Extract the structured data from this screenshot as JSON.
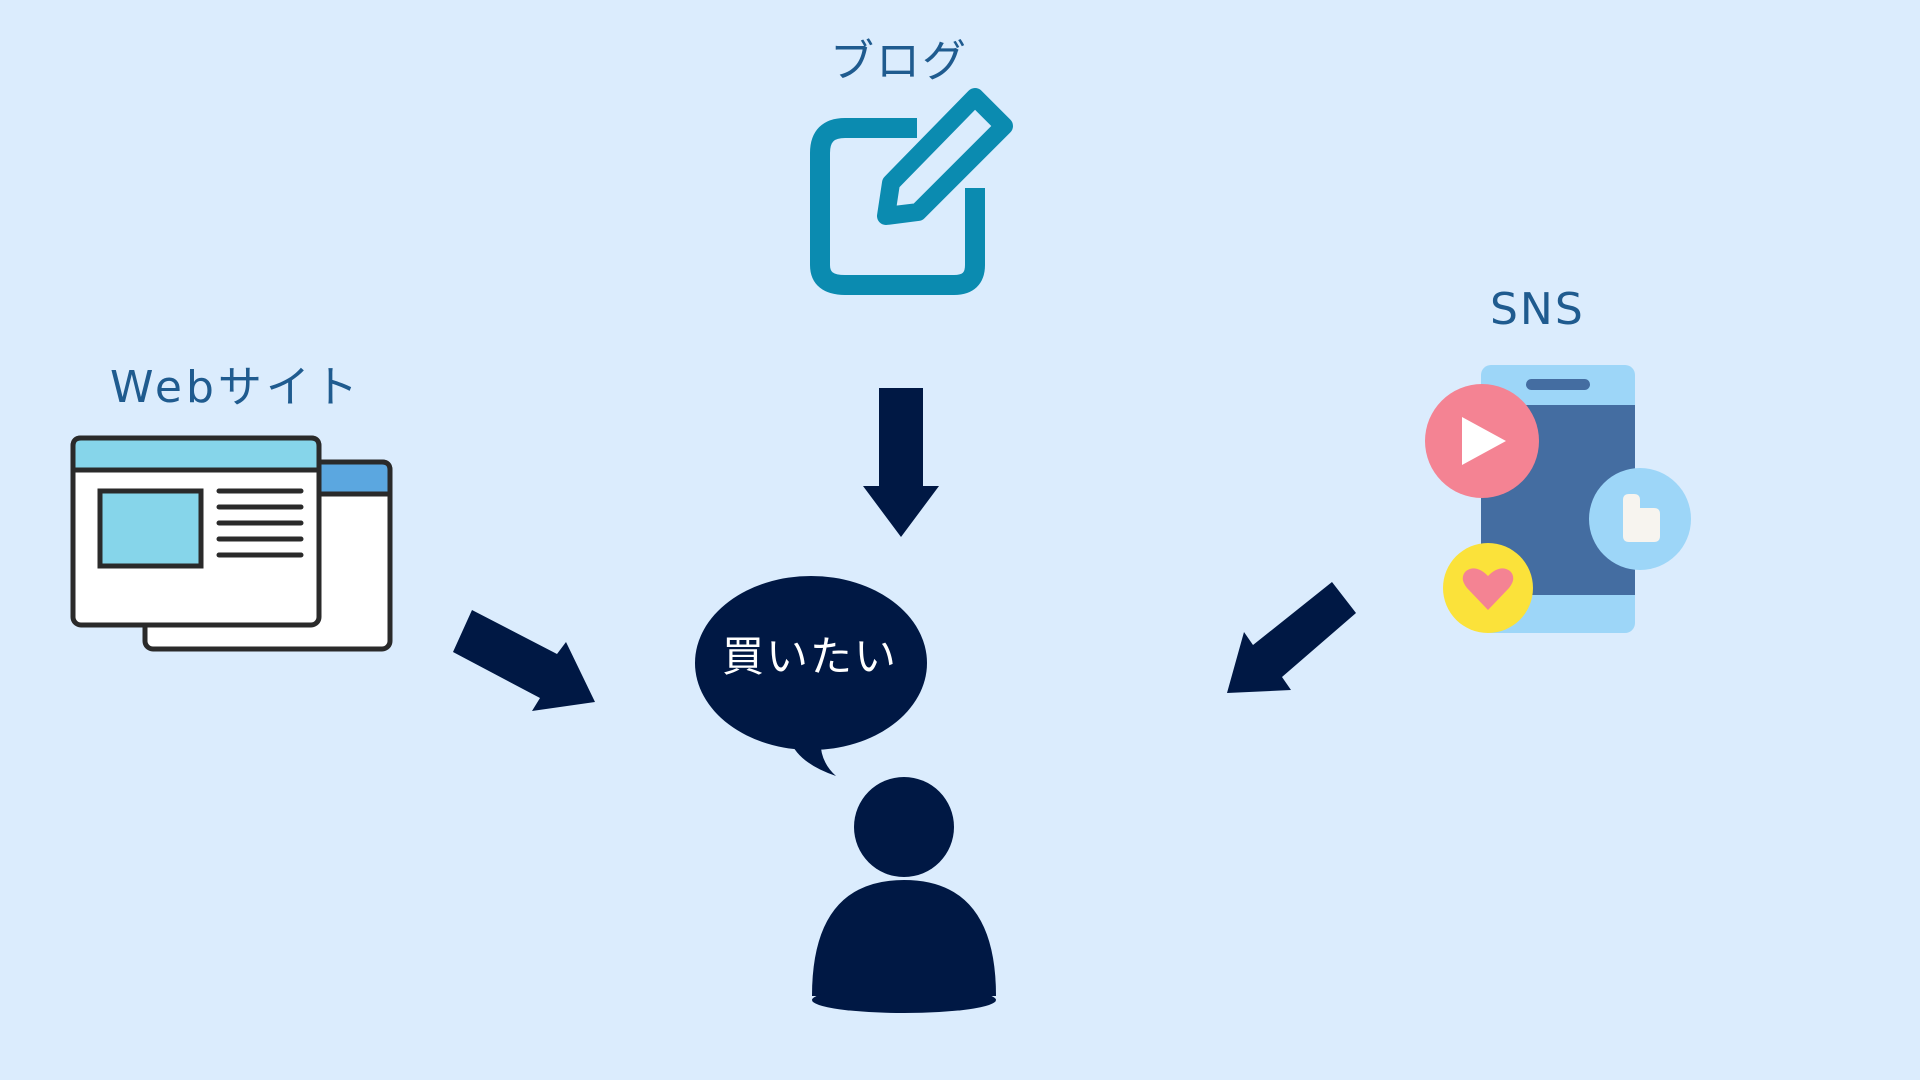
{
  "labels": {
    "blog": "ブログ",
    "sns": "SNS",
    "website": "Webサイト",
    "speech": "買いたい"
  },
  "colors": {
    "background": "#dbecfd",
    "label_text": "#1f5b8f",
    "arrows_and_person": "#001844",
    "blog_icon": "#0b8bb0",
    "phone_frame": "#9dd6f8",
    "phone_screen": "#446da1",
    "play_bubble": "#f48393",
    "like_bubble": "#9dd6f8",
    "heart_bubble": "#fbe23a",
    "window_header": "#86d5ea",
    "window_back_header": "#5ba7e0",
    "window_outline": "#2a2a2a"
  },
  "icons": {
    "blog": "pencil-edit-icon",
    "sns": "smartphone-social-icon",
    "website": "browser-windows-icon",
    "person": "person-icon",
    "speech": "speech-bubble"
  }
}
